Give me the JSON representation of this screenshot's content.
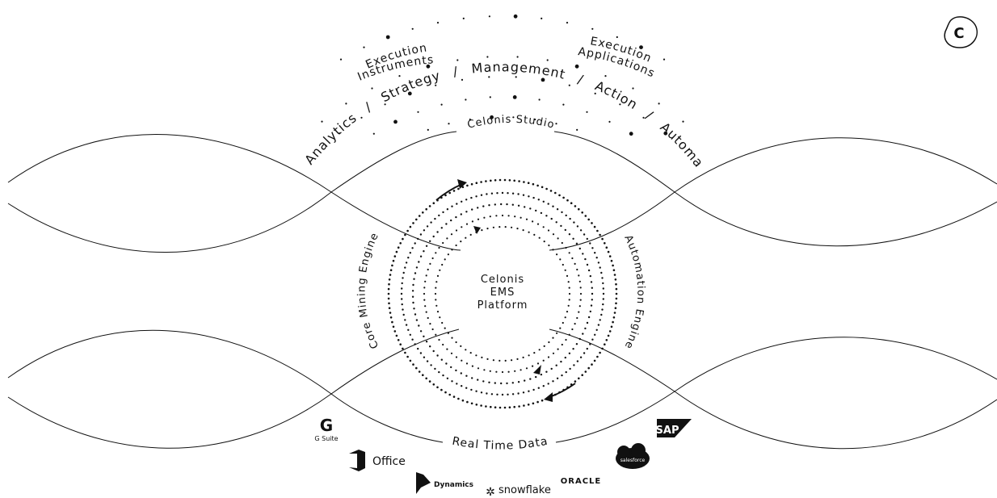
{
  "brand": {
    "logo_letter": "C",
    "icon": "celonis-logo-icon"
  },
  "center": {
    "line1": "Celonis",
    "line2": "EMS",
    "line3": "Platform"
  },
  "arcs": {
    "outer_left": "Execution Instruments",
    "outer_left_l1": "Execution",
    "outer_left_l2": "Instruments",
    "outer_right_l1": "Execution",
    "outer_right_l2": "Applications",
    "studio_items": [
      "Analytics",
      "Strategy",
      "Management",
      "Action",
      "Automation"
    ],
    "studio_label": "Celonis Studio",
    "left_engine": "Core Mining Engine",
    "right_engine": "Automation Engine",
    "bottom_label": "Real Time Data"
  },
  "logos": {
    "gsuite_mark": "G",
    "gsuite_text": "G Suite",
    "office_text": "Office",
    "dynamics_text": "Dynamics",
    "snowflake_text": "snowflake",
    "oracle_text": "ORACLE",
    "salesforce_text": "salesforce",
    "sap_text": "SAP"
  },
  "colors": {
    "ink": "#111111",
    "background": "#ffffff"
  }
}
